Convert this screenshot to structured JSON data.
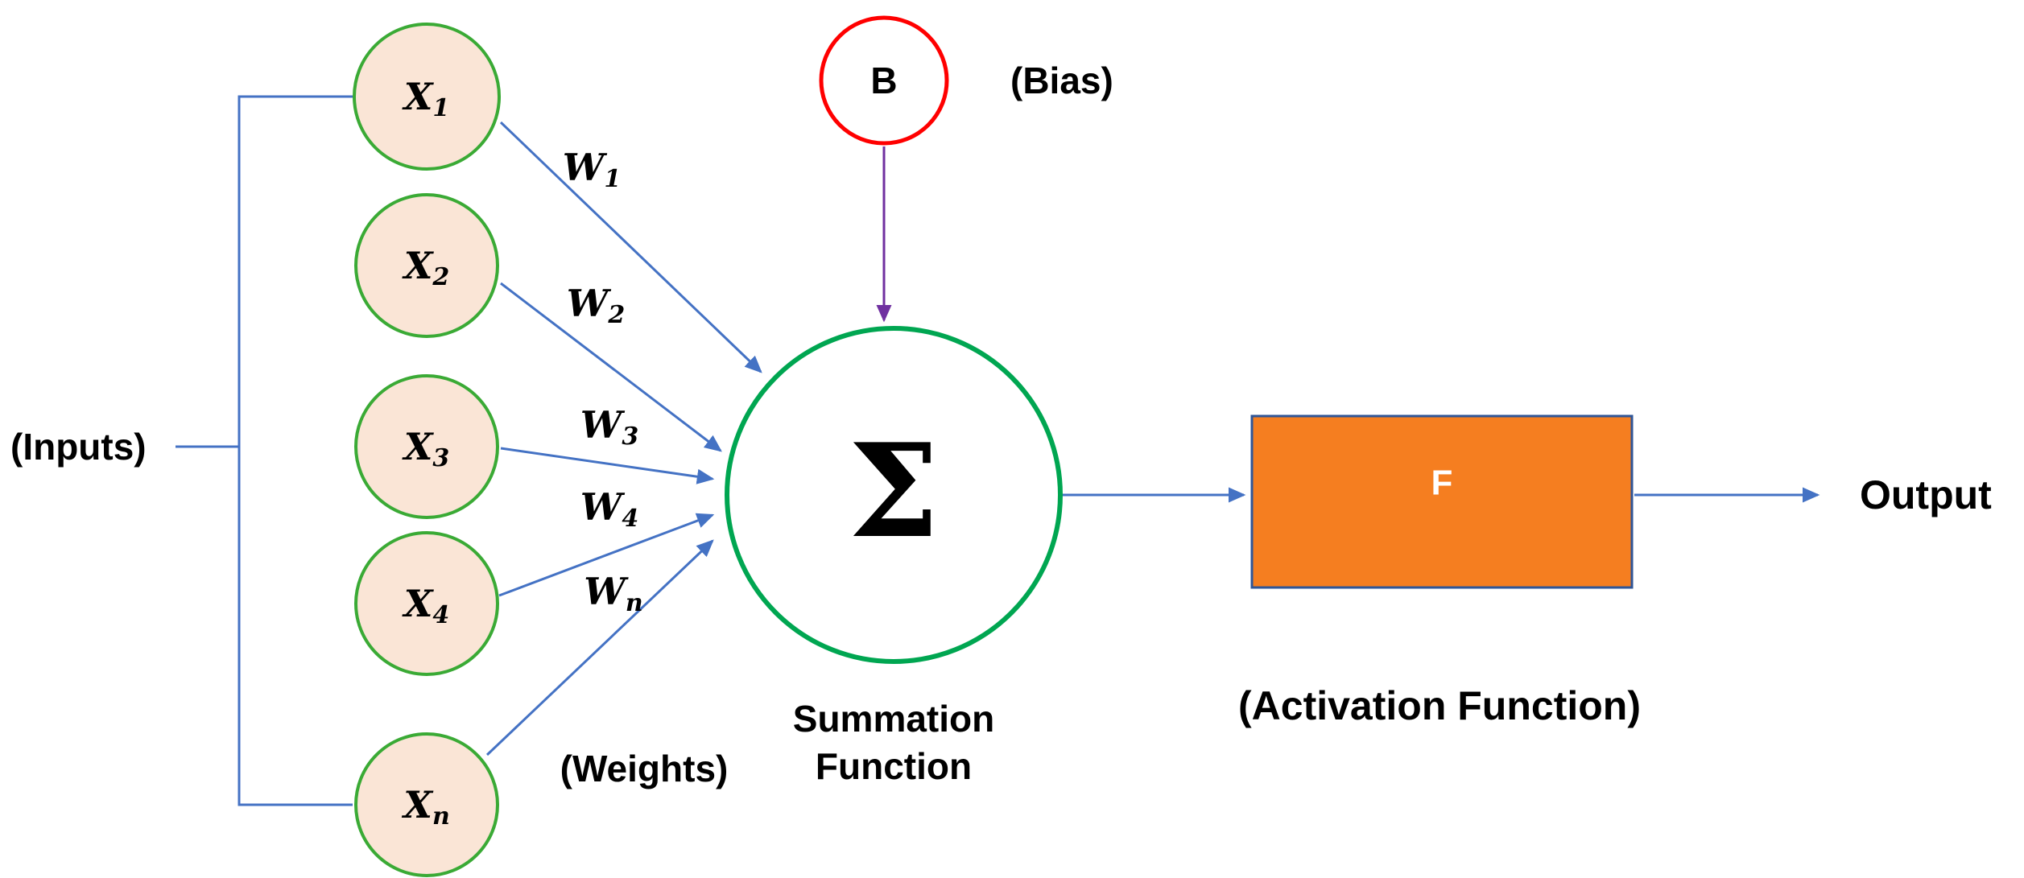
{
  "diagram": {
    "inputs_label": "(Inputs)",
    "input_nodes": [
      {
        "base": "X",
        "sub": "1"
      },
      {
        "base": "X",
        "sub": "2"
      },
      {
        "base": "X",
        "sub": "3"
      },
      {
        "base": "X",
        "sub": "4"
      },
      {
        "base": "X",
        "sub": "n"
      }
    ],
    "weights": [
      {
        "base": "W",
        "sub": "1"
      },
      {
        "base": "W",
        "sub": "2"
      },
      {
        "base": "W",
        "sub": "3"
      },
      {
        "base": "W",
        "sub": "4"
      },
      {
        "base": "W",
        "sub": "n"
      }
    ],
    "weights_label": "(Weights)",
    "bias": {
      "node_label": "B",
      "caption": "(Bias)"
    },
    "summation": {
      "symbol": "Σ",
      "caption_line1": "Summation",
      "caption_line2": "Function"
    },
    "activation": {
      "box_label": "F",
      "caption": "(Activation Function)"
    },
    "output_label": "Output"
  },
  "colors": {
    "input_node_fill": "#FAE5D6",
    "input_node_border": "#3AAA35",
    "summation_fill": "#FFFFFF",
    "summation_border": "#00A651",
    "bias_fill": "#FFFFFF",
    "bias_border": "#FF0000",
    "arrow_blue": "#4472C4",
    "arrow_purple": "#7030A0",
    "activation_fill": "#F57E20",
    "activation_border": "#2F5597",
    "text": "#000000"
  }
}
